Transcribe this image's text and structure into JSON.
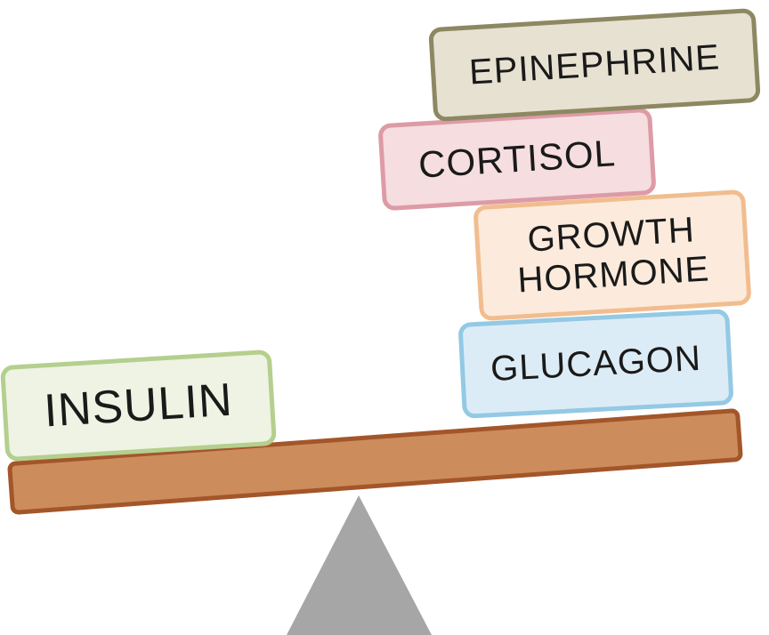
{
  "hormones": {
    "insulin": "INSULIN",
    "glucagon": "GLUCAGON",
    "growth_hormone_line1": "GROWTH",
    "growth_hormone_line2": "HORMONE",
    "cortisol": "CORTISOL",
    "epinephrine": "EPINEPHRINE"
  },
  "colors": {
    "beam_fill": "#cd8c5c",
    "beam_border": "#a3562a",
    "fulcrum": "#a6a6a6",
    "insulin_border": "#b4cf8e",
    "glucagon_border": "#93c9e4",
    "growth_hormone_border": "#f1bd8f",
    "cortisol_border": "#dd9ba6",
    "epinephrine_border": "#8d8862"
  }
}
